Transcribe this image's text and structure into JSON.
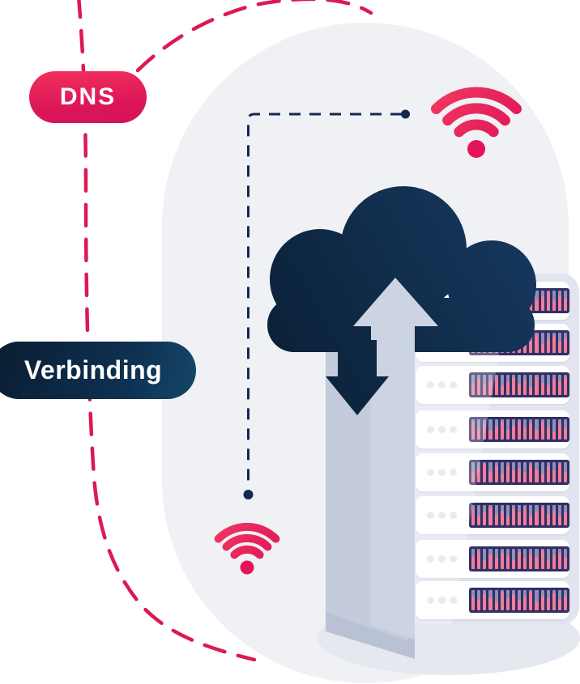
{
  "illustration": {
    "labels": {
      "dns": "DNS",
      "verbinding": "Verbinding"
    },
    "colors": {
      "pink": "#e4145a",
      "pink_light": "#f23c63",
      "navy": "#0f2a4b",
      "stadium_background": "#f0f1f4",
      "arrow_band": "#c3cbdd",
      "arrow_light": "#ccd4e4",
      "rack_frame": "#e2e5f0",
      "server_unit": "#ffffff",
      "panel": "#312f63",
      "bar_slot": "#8c90ba",
      "bar_pink": "#ee7e9b"
    },
    "icons": [
      "wifi-icon-top-right",
      "wifi-icon-bottom",
      "cloud-icon",
      "upload-arrow-icon",
      "download-arrow-icon"
    ],
    "rack": {
      "unit_count": 8,
      "leds_per_unit": 3,
      "unit_tops": [
        10,
        62,
        114,
        169,
        222,
        275,
        329,
        380
      ],
      "bar_heights": [
        [
          0.55,
          0.85,
          0.45,
          0.9,
          0.6,
          0.75,
          0.5,
          0.88,
          0.65,
          0.42,
          0.8,
          0.58,
          0.72,
          0.92,
          0.5,
          0.78,
          0.62
        ],
        [
          0.7,
          0.5,
          0.85,
          0.6,
          0.4,
          0.9,
          0.55,
          0.75,
          0.48,
          0.82,
          0.6,
          0.9,
          0.45,
          0.68,
          0.85,
          0.55,
          0.74
        ],
        [
          0.6,
          0.8,
          0.5,
          0.7,
          0.9,
          0.45,
          0.65,
          0.85,
          0.55,
          0.75,
          0.4,
          0.88,
          0.6,
          0.5,
          0.8,
          0.68,
          0.9
        ],
        [
          0.85,
          0.55,
          0.75,
          0.45,
          0.65,
          0.88,
          0.5,
          0.7,
          0.92,
          0.6,
          0.78,
          0.48,
          0.85,
          0.62,
          0.4,
          0.8,
          0.58
        ],
        [
          0.5,
          0.75,
          0.9,
          0.55,
          0.8,
          0.45,
          0.85,
          0.6,
          0.7,
          0.5,
          0.88,
          0.65,
          0.42,
          0.78,
          0.6,
          0.9,
          0.52
        ],
        [
          0.78,
          0.48,
          0.68,
          0.88,
          0.52,
          0.72,
          0.42,
          0.82,
          0.62,
          0.9,
          0.5,
          0.7,
          0.85,
          0.55,
          0.75,
          0.45,
          0.65
        ],
        [
          0.62,
          0.88,
          0.42,
          0.72,
          0.58,
          0.8,
          0.65,
          0.45,
          0.85,
          0.55,
          0.78,
          0.6,
          0.9,
          0.48,
          0.7,
          0.82,
          0.55
        ],
        [
          0.72,
          0.52,
          0.82,
          0.62,
          0.42,
          0.88,
          0.58,
          0.78,
          0.5,
          0.68,
          0.9,
          0.45,
          0.75,
          0.6,
          0.85,
          0.52,
          0.7
        ]
      ]
    }
  }
}
